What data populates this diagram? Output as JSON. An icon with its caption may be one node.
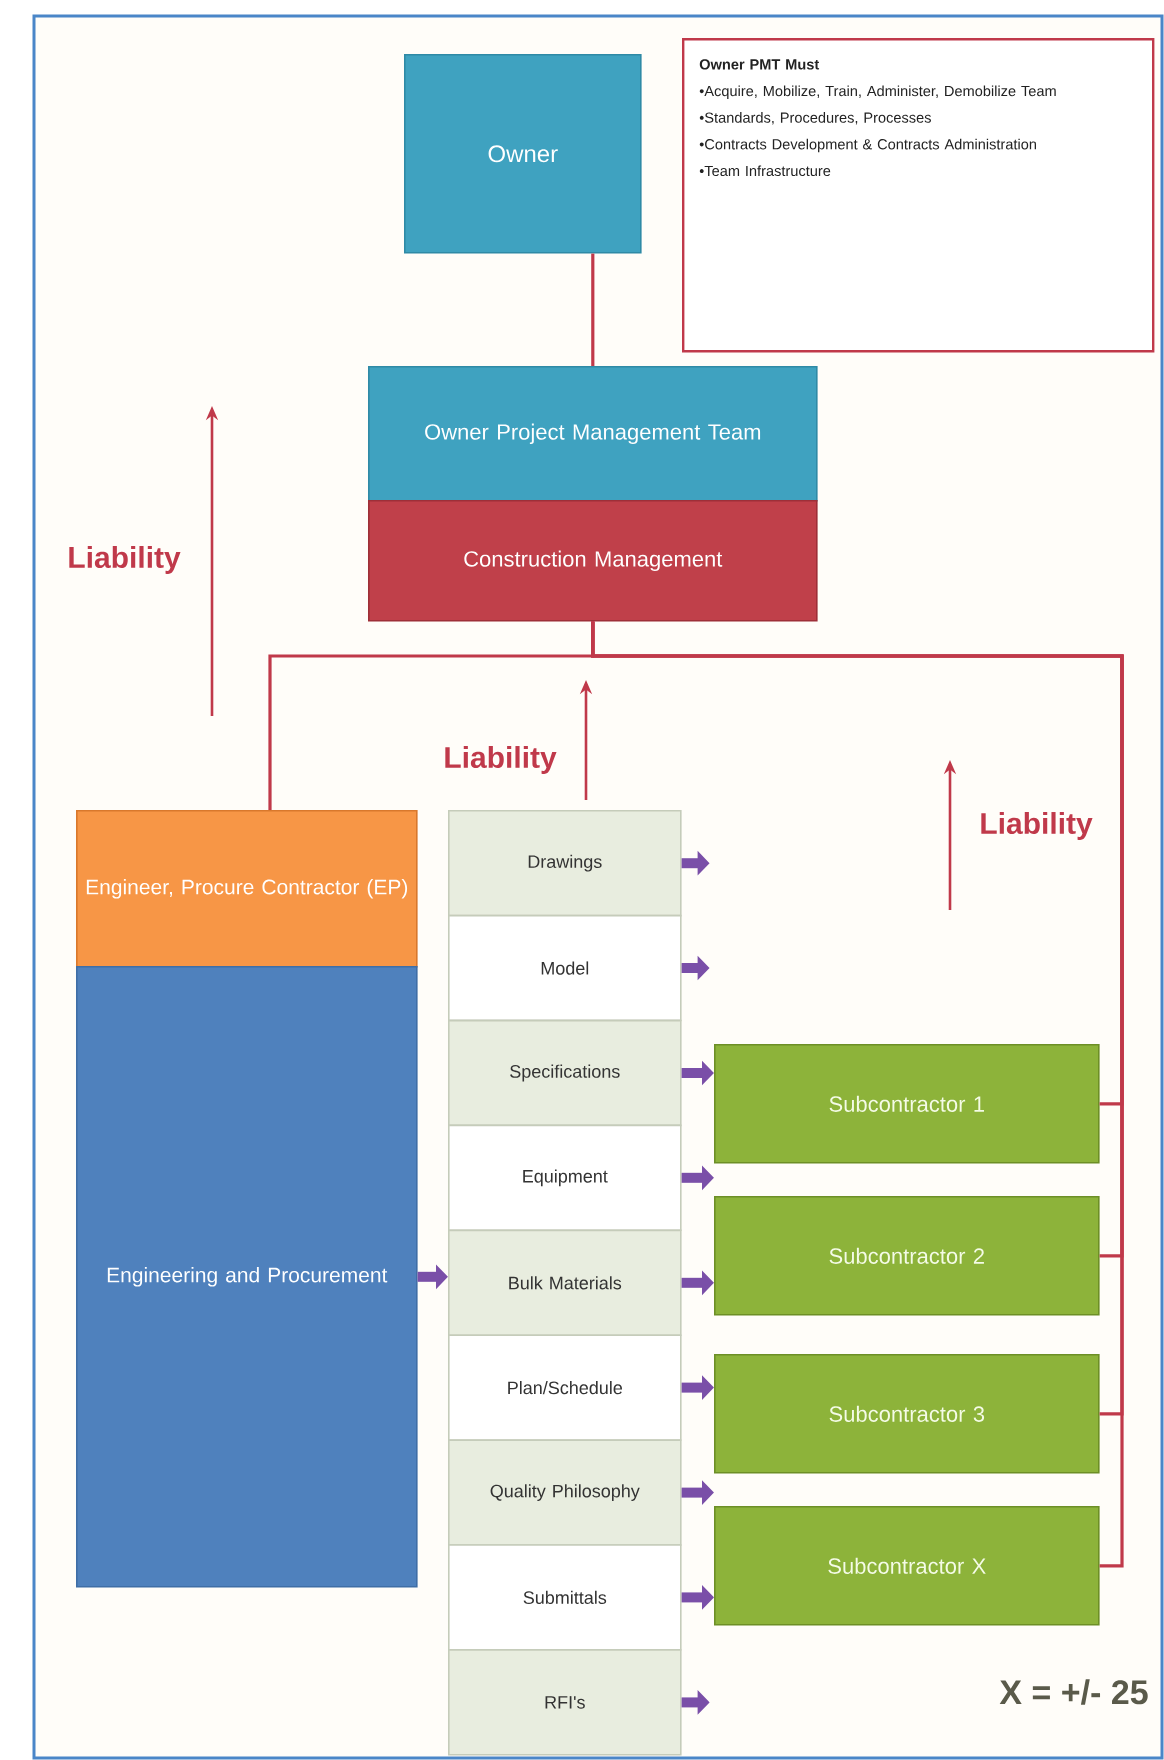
{
  "diagram": {
    "nodes": [
      {
        "text": [
          "Owner"
        ]
      },
      {
        "text": [
          "Owner PMT Must",
          "•Acquire, Mobilize, Train, Administer, Demobilize Team",
          "•Standards, Procedures, Processes",
          "•Contracts Development & Contracts Administration",
          "•Team Infrastructure"
        ]
      },
      {
        "text": [
          "Owner Project Management Team"
        ]
      },
      {
        "text": [
          "Construction Management"
        ]
      },
      {
        "text": [
          "Engineer, Procure Contractor (EP)"
        ]
      },
      {
        "text": [
          "Engineering and Procurement"
        ]
      },
      {
        "text": [
          "Drawings"
        ]
      },
      {
        "text": [
          "Model"
        ]
      },
      {
        "text": [
          "Specifications"
        ]
      },
      {
        "text": [
          "Equipment"
        ]
      },
      {
        "text": [
          "Bulk Materials"
        ]
      },
      {
        "text": [
          "Plan/Schedule"
        ]
      },
      {
        "text": [
          "Quality Philosophy"
        ]
      },
      {
        "text": [
          "Submittals"
        ]
      },
      {
        "text": [
          "RFI's"
        ]
      },
      {
        "text": [
          "Subcontractor 1"
        ]
      },
      {
        "text": [
          "Subcontractor 2"
        ]
      },
      {
        "text": [
          "Subcontractor 3"
        ]
      },
      {
        "text": [
          "Subcontractor X"
        ]
      }
    ],
    "edges": [
      {
        "from": 0,
        "to": 2,
        "arrow": "none",
        "color": "#c0394a"
      },
      {
        "from": 3,
        "to": 4,
        "arrow": "none",
        "color": "#c0394a"
      },
      {
        "from": 3,
        "to": 15,
        "arrow": "none",
        "color": "#c0394a"
      },
      {
        "from": 3,
        "to": 16,
        "arrow": "none",
        "color": "#c0394a"
      },
      {
        "from": 3,
        "to": 17,
        "arrow": "none",
        "color": "#c0394a"
      },
      {
        "from": 3,
        "to": 18,
        "arrow": "none",
        "color": "#c0394a"
      },
      {
        "from": 5,
        "to": 10,
        "arrow": "to",
        "color": "#7a4fa8"
      },
      {
        "from": 6,
        "to": null,
        "arrow": "to",
        "color": "#7a4fa8"
      },
      {
        "from": 7,
        "to": null,
        "arrow": "to",
        "color": "#7a4fa8"
      },
      {
        "from": 8,
        "to": 15,
        "arrow": "to",
        "color": "#7a4fa8"
      },
      {
        "from": 9,
        "to": 15,
        "arrow": "to",
        "color": "#7a4fa8"
      },
      {
        "from": 10,
        "to": 16,
        "arrow": "to",
        "color": "#7a4fa8"
      },
      {
        "from": 11,
        "to": 17,
        "arrow": "to",
        "color": "#7a4fa8"
      },
      {
        "from": 12,
        "to": 17,
        "arrow": "to",
        "color": "#7a4fa8"
      },
      {
        "from": 13,
        "to": 18,
        "arrow": "to",
        "color": "#7a4fa8"
      },
      {
        "from": 14,
        "to": null,
        "arrow": "to",
        "color": "#7a4fa8"
      }
    ],
    "labels": [
      "Liability",
      "Liability",
      "Liability",
      "X = +/- 25"
    ]
  }
}
